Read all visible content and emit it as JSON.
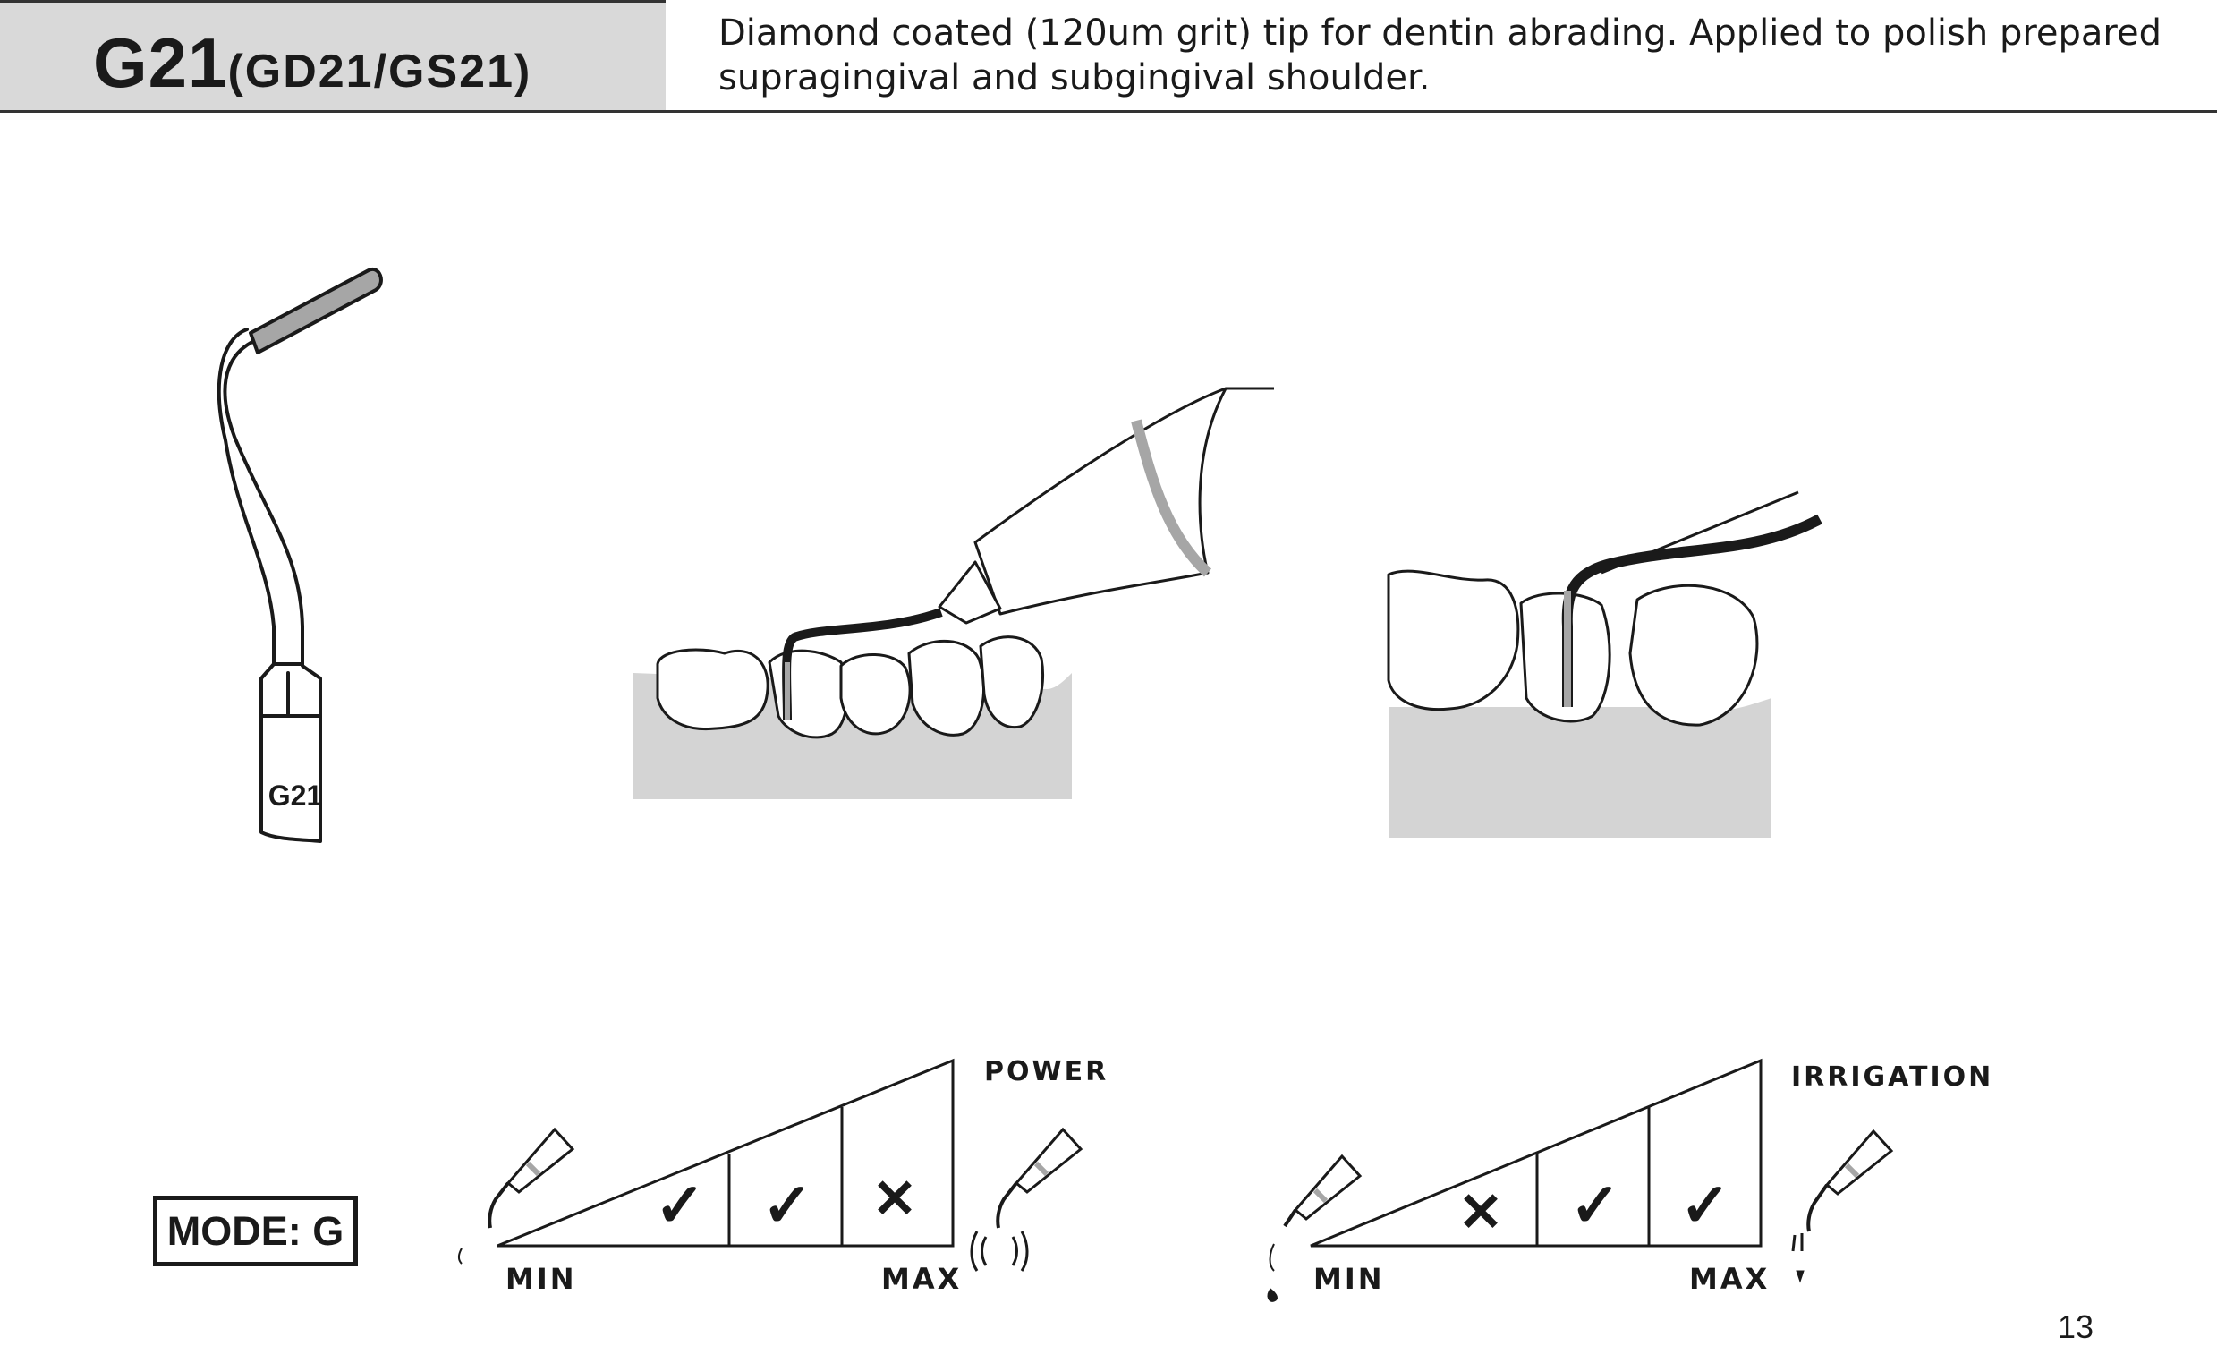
{
  "header": {
    "code": "G21",
    "variants": "(GD21/GS21)",
    "description": "Diamond coated (120um grit) tip for dentin abrading. Applied to polish prepared supragingival and subgingival shoulder."
  },
  "tip_label": "G21",
  "mode_label": "MODE: G",
  "power_scale": {
    "title": "POWER",
    "min_label": "MIN",
    "max_label": "MAX",
    "marks": [
      "✓",
      "✓",
      "✕"
    ]
  },
  "irrigation_scale": {
    "title": "IRRIGATION",
    "min_label": "MIN",
    "max_label": "MAX",
    "marks": [
      "✕",
      "✓",
      "✓"
    ]
  },
  "page_number": "13",
  "colors": {
    "header_fill": "#d9d9d9",
    "diamond_coating": "#a6a6a6",
    "gum": "#d4d4d4",
    "line": "#1a1a1a"
  }
}
